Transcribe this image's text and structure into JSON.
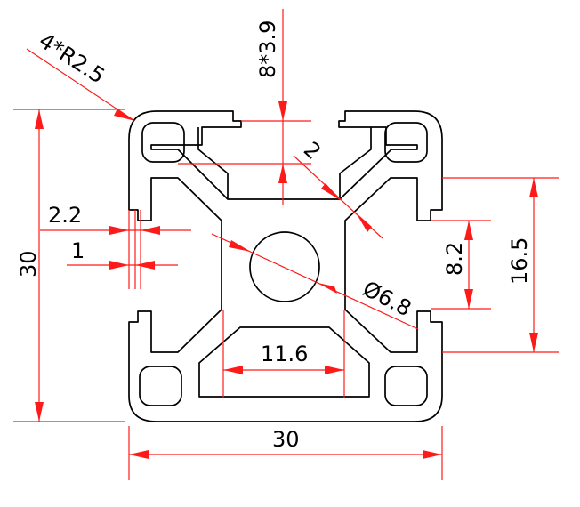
{
  "drawing": {
    "colors": {
      "profile": "#000000",
      "dimension": "#ff1a1a",
      "background": "#ffffff"
    },
    "labels": {
      "fillet": "4*R2.5",
      "slot_width_small": "8*3.9",
      "wall_thickness": "2",
      "lip_2_2": "2.2",
      "lip_1": "1",
      "center_bore": "Ø6.8",
      "slot_opening": "8.2",
      "slot_depth": "16.5",
      "bottom_inner": "11.6",
      "overall_width": "30",
      "overall_height": "30"
    }
  }
}
